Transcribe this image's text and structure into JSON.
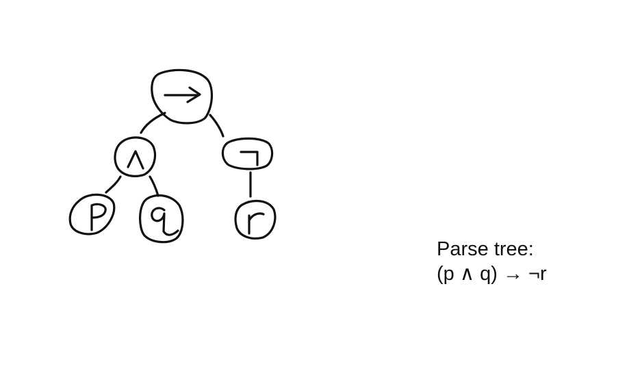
{
  "caption": {
    "title": "Parse tree:",
    "formula": "(p ∧ q) → ¬r"
  },
  "tree": {
    "nodes": [
      {
        "id": "implies",
        "symbol": "→"
      },
      {
        "id": "and",
        "symbol": "∧"
      },
      {
        "id": "not",
        "symbol": "¬"
      },
      {
        "id": "p",
        "symbol": "p"
      },
      {
        "id": "q",
        "symbol": "q"
      },
      {
        "id": "r",
        "symbol": "r"
      }
    ],
    "edges": [
      {
        "from": "implies",
        "to": "and"
      },
      {
        "from": "implies",
        "to": "not"
      },
      {
        "from": "and",
        "to": "p"
      },
      {
        "from": "and",
        "to": "q"
      },
      {
        "from": "not",
        "to": "r"
      }
    ]
  },
  "colors": {
    "ink": "#111111",
    "background": "#ffffff"
  }
}
